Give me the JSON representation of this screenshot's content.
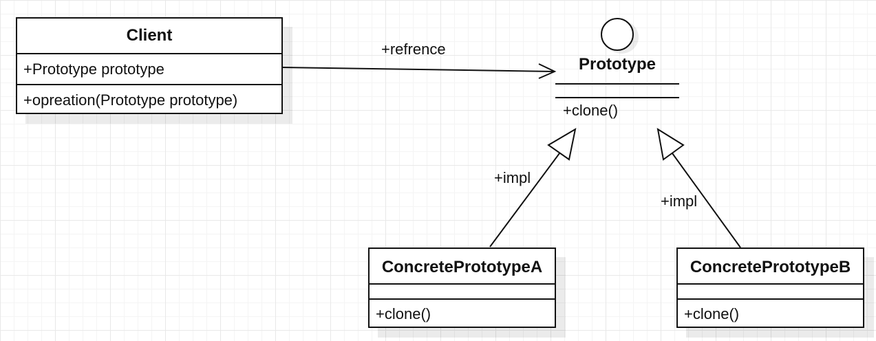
{
  "client": {
    "name": "Client",
    "attribute": "+Prototype prototype",
    "method": "+opreation(Prototype prototype)"
  },
  "prototype": {
    "name": "Prototype",
    "method": "+clone()"
  },
  "concrete_a": {
    "name": "ConcretePrototypeA",
    "method": "+clone()"
  },
  "concrete_b": {
    "name": "ConcretePrototypeB",
    "method": "+clone()"
  },
  "relations": {
    "reference_label": "+refrence",
    "impl_a_label": "+impl",
    "impl_b_label": "+impl"
  },
  "colors": {
    "line": "#111111",
    "grid": "#e8e8e8"
  }
}
